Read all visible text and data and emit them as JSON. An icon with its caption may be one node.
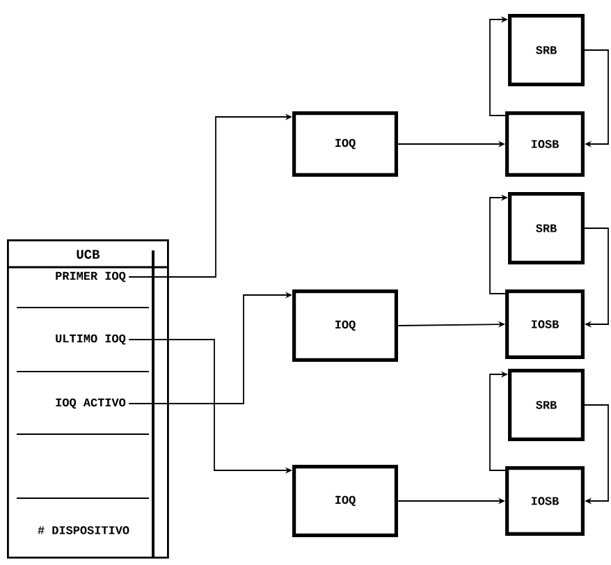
{
  "diagram": {
    "nodes": [
      {
        "text": [
          "UCB"
        ]
      },
      {
        "text": [
          "PRIMER IOQ"
        ],
        "in": 0
      },
      {
        "text": [
          "ULTIMO IOQ"
        ],
        "in": 0
      },
      {
        "text": [
          "IOQ ACTIVO"
        ],
        "in": 0
      },
      {
        "text": [
          "# DISPOSITIVO"
        ],
        "in": 0
      },
      {
        "text": [
          "SRB"
        ]
      },
      {
        "text": [
          "IOQ"
        ]
      },
      {
        "text": [
          "IOSB"
        ]
      },
      {
        "text": [
          "SRB"
        ]
      },
      {
        "text": [
          "IOQ"
        ]
      },
      {
        "text": [
          "IOSB"
        ]
      },
      {
        "text": [
          "SRB"
        ]
      },
      {
        "text": [
          "IOQ"
        ]
      },
      {
        "text": [
          "IOSB"
        ]
      }
    ],
    "edges": [
      {
        "from": 1,
        "to": 6,
        "arrow": "to"
      },
      {
        "from": 3,
        "to": 9,
        "arrow": "to"
      },
      {
        "from": 2,
        "to": 12,
        "arrow": "to"
      },
      {
        "from": 6,
        "to": 7,
        "arrow": "to"
      },
      {
        "from": 9,
        "to": 10,
        "arrow": "to"
      },
      {
        "from": 12,
        "to": 13,
        "arrow": "to"
      },
      {
        "from": 7,
        "to": 5,
        "arrow": "to"
      },
      {
        "from": 5,
        "to": 7,
        "arrow": "to"
      },
      {
        "from": 10,
        "to": 8,
        "arrow": "to"
      },
      {
        "from": 8,
        "to": 10,
        "arrow": "to"
      },
      {
        "from": 13,
        "to": 11,
        "arrow": "to"
      },
      {
        "from": 11,
        "to": 13,
        "arrow": "to"
      }
    ]
  }
}
